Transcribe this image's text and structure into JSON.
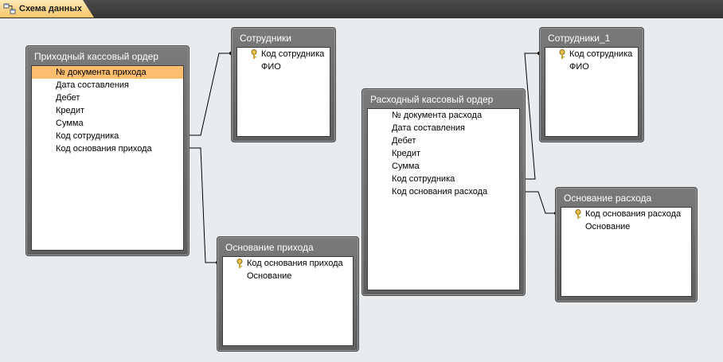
{
  "tab": {
    "label": "Схема данных",
    "icon": "relationships-icon"
  },
  "tables": {
    "prihod": {
      "title": "Приходный кассовый ордер",
      "fields": [
        "№ документа прихода",
        "Дата составления",
        "Дебет",
        "Кредит",
        "Сумма",
        "Код сотрудника",
        "Код основания прихода"
      ]
    },
    "sotrudniki": {
      "title": "Сотрудники",
      "fields": [
        "Код сотрудника",
        "ФИО"
      ]
    },
    "osn_prihoda": {
      "title": "Основание прихода",
      "fields": [
        "Код основания прихода",
        "Основание"
      ]
    },
    "rashod": {
      "title": "Расходный кассовый ордер",
      "fields": [
        "№ документа расхода",
        "Дата составления",
        "Дебет",
        "Кредит",
        "Сумма",
        "Код сотрудника",
        "Код основания расхода"
      ]
    },
    "sotrudniki_1": {
      "title": "Сотрудники_1",
      "fields": [
        "Код сотрудника",
        "ФИО"
      ]
    },
    "osn_rashoda": {
      "title": "Основание расхода",
      "fields": [
        "Код основания расхода",
        "Основание"
      ]
    }
  },
  "colors": {
    "selected_row": "#fdbe6f",
    "table_header": "#6e6e6e",
    "canvas": "#e9ecef"
  }
}
